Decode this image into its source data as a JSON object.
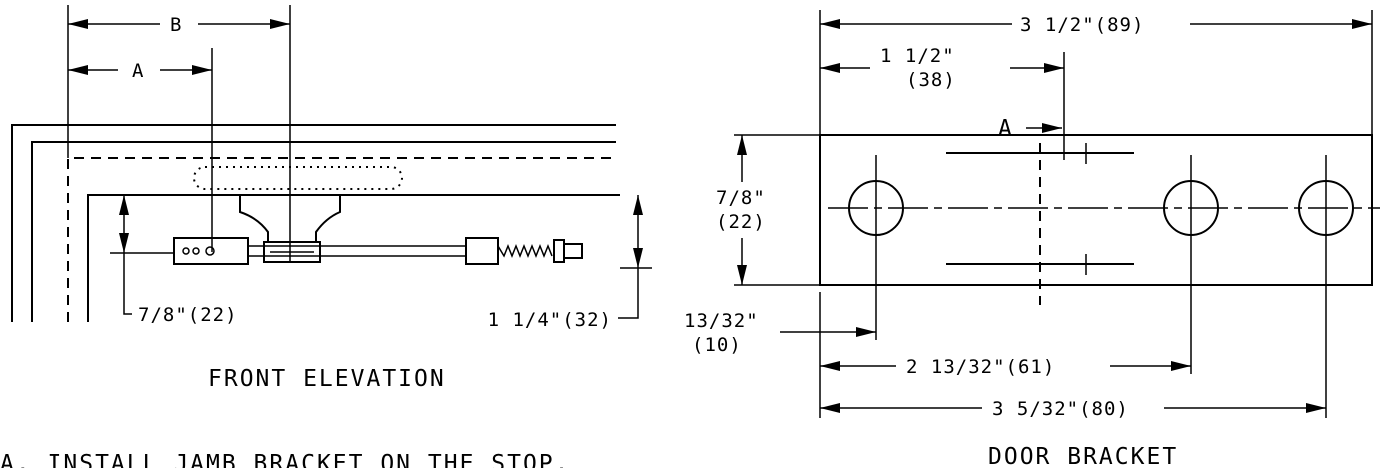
{
  "front_elevation": {
    "title": "FRONT ELEVATION",
    "dim_b": "B",
    "dim_a": "A",
    "dim_height": "7/8\"(22)",
    "dim_right": "1 1/4\"(32)"
  },
  "door_bracket": {
    "title": "DOOR BRACKET",
    "dim_overall": "3 1/2\"(89)",
    "dim_first_in": "1 1/2\"",
    "dim_first_mm": "(38)",
    "marker_a": "A",
    "dim_height_in": "7/8\"",
    "dim_height_mm": "(22)",
    "dim_edge_in": "13/32\"",
    "dim_edge_mm": "(10)",
    "dim_mid": "2 13/32\"(61)",
    "dim_span": "3 5/32\"(80)"
  },
  "notes": {
    "note_a": "A. INSTALL JAMB BRACKET ON THE STOP."
  }
}
